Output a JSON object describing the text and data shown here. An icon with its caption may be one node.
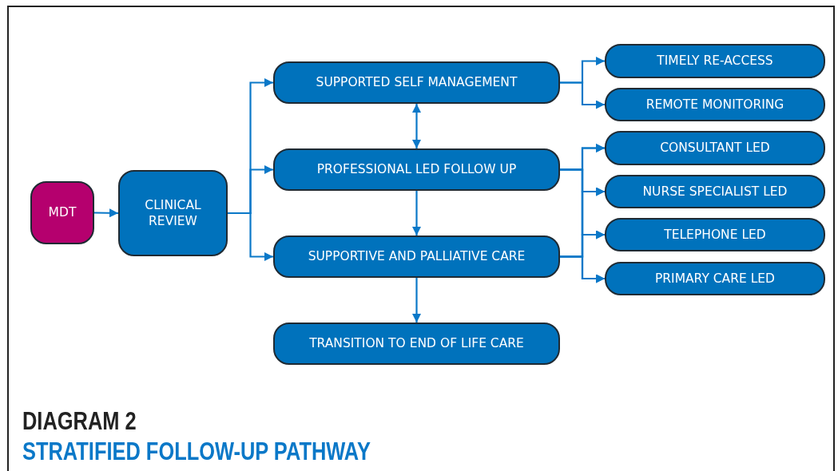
{
  "diagram": {
    "title": "DIAGRAM 2",
    "caption": "STRATIFIED FOLLOW-UP PATHWAY",
    "nodes": [
      {
        "text": [
          "MDT"
        ]
      },
      {
        "text": [
          "CLINICAL REVIEW"
        ]
      },
      {
        "text": [
          "SUPPORTED SELF MANAGEMENT"
        ]
      },
      {
        "text": [
          "PROFESSIONAL LED FOLLOW UP"
        ]
      },
      {
        "text": [
          "SUPPORTIVE AND PALLIATIVE CARE"
        ]
      },
      {
        "text": [
          "TRANSITION TO END OF LIFE CARE"
        ]
      },
      {
        "text": [
          "TIMELY RE-ACCESS"
        ]
      },
      {
        "text": [
          "REMOTE MONITORING"
        ]
      },
      {
        "text": [
          "CONSULTANT LED"
        ]
      },
      {
        "text": [
          "NURSE SPECIALIST LED"
        ]
      },
      {
        "text": [
          "TELEPHONE LED"
        ]
      },
      {
        "text": [
          "PRIMARY CARE LED"
        ]
      }
    ],
    "edges": [
      {
        "from": 0,
        "to": 1,
        "arrow": "to"
      },
      {
        "from": 1,
        "to": 2,
        "arrow": "to"
      },
      {
        "from": 1,
        "to": 3,
        "arrow": "to"
      },
      {
        "from": 1,
        "to": 4,
        "arrow": "to"
      },
      {
        "from": 2,
        "to": 3,
        "arrow": "both"
      },
      {
        "from": 3,
        "to": 4,
        "arrow": "to"
      },
      {
        "from": 4,
        "to": 5,
        "arrow": "to"
      },
      {
        "from": 2,
        "to": 6,
        "arrow": "to"
      },
      {
        "from": 2,
        "to": 7,
        "arrow": "to"
      },
      {
        "from": 3,
        "to": 8,
        "arrow": "to"
      },
      {
        "from": 3,
        "to": 9,
        "arrow": "to"
      },
      {
        "from": 3,
        "to": 10,
        "arrow": "to"
      },
      {
        "from": 3,
        "to": 11,
        "arrow": "to"
      },
      {
        "from": 4,
        "to": 8,
        "arrow": "to"
      },
      {
        "from": 4,
        "to": 9,
        "arrow": "to"
      },
      {
        "from": 4,
        "to": 10,
        "arrow": "to"
      },
      {
        "from": 4,
        "to": 11,
        "arrow": "to"
      }
    ]
  }
}
